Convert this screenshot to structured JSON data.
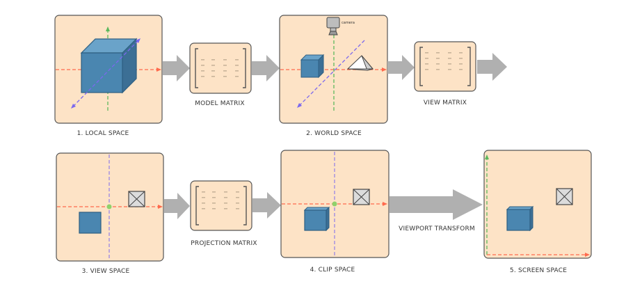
{
  "colors": {
    "panel_fill": "#fde3c6",
    "panel_stroke": "#555555",
    "arrow_gray": "#b0b0b0",
    "axis_red": "#ff6a4d",
    "axis_green": "#5cb85c",
    "axis_blue": "#7b68ee",
    "cube_blue": "#4a86b0",
    "cube_dark": "#2e5f82",
    "origin_green": "#8fd16b"
  },
  "labels": {
    "local_space": "1. LOCAL SPACE",
    "world_space": "2. WORLD SPACE",
    "view_space": "3. VIEW SPACE",
    "clip_space": "4. CLIP SPACE",
    "screen_space": "5. SCREEN SPACE",
    "model_matrix": "MODEL MATRIX",
    "view_matrix": "VIEW MATRIX",
    "projection_matrix": "PROJECTION MATRIX",
    "viewport_transform": "VIEWPORT TRANSFORM",
    "camera": "camera"
  },
  "icons": {
    "camera": "camera-icon",
    "cube": "cube-icon",
    "pyramid": "pyramid-icon",
    "crossed_box": "crossed-box-icon"
  }
}
